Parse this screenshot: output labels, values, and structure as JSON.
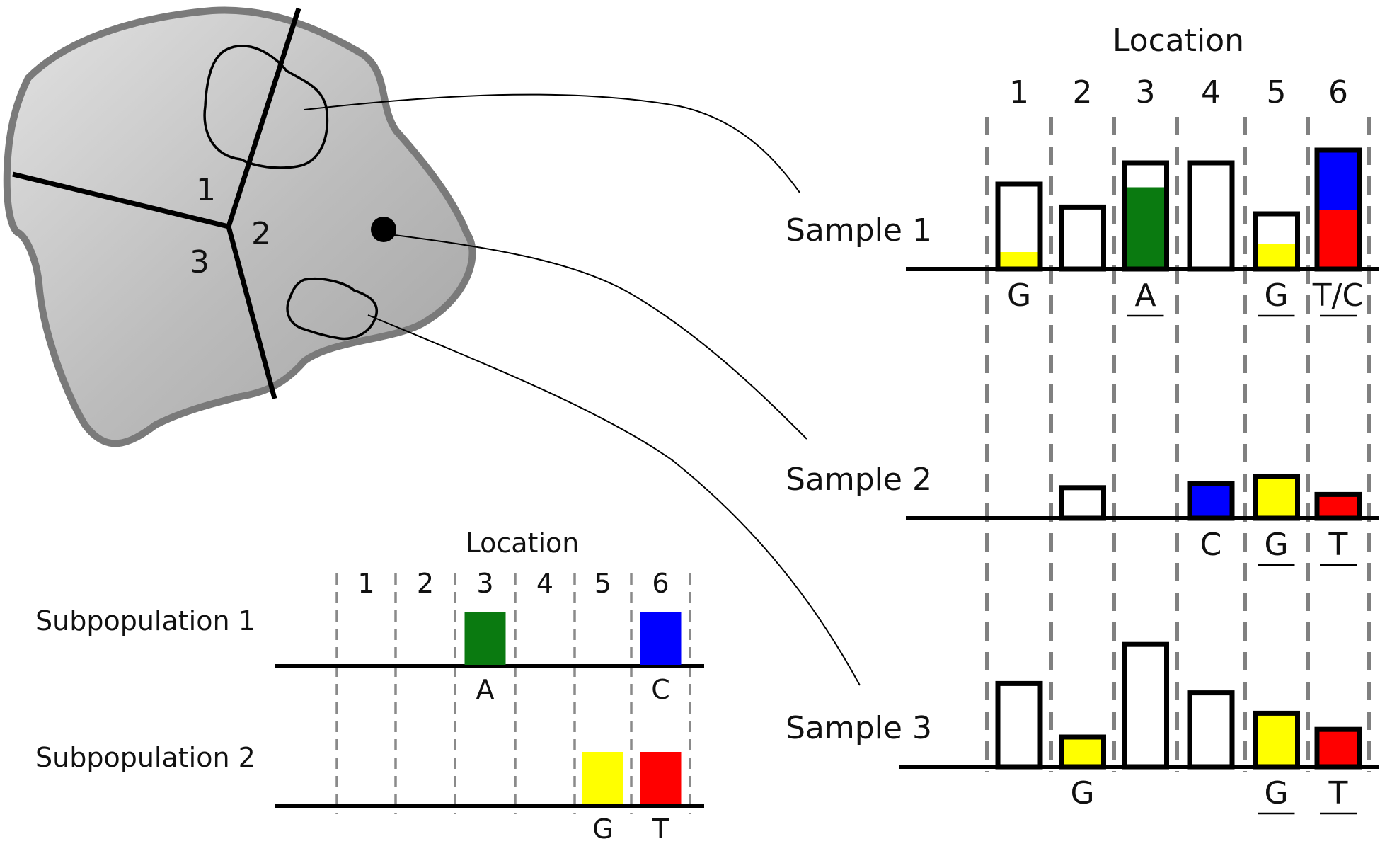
{
  "title": "Location",
  "location_numbers": [
    "1",
    "2",
    "3",
    "4",
    "5",
    "6"
  ],
  "colors": {
    "A": "#0a7a10",
    "C": "#0000ff",
    "G": "#ffff00",
    "T": "#ff0000",
    "tumor_fill": "#bdbdbd",
    "tumor_outline": "#7a7a7a",
    "grid": "#808080"
  },
  "tumor": {
    "region_labels": [
      "1",
      "2",
      "3"
    ]
  },
  "samples": [
    {
      "name": "Sample 1",
      "bars": [
        {
          "location": 1,
          "height": 1.0,
          "base": "G",
          "fraction": 0.2
        },
        {
          "location": 2,
          "height": 0.73,
          "base": null,
          "fraction": 0
        },
        {
          "location": 3,
          "height": 1.25,
          "base": "A",
          "fraction": 0.77
        },
        {
          "location": 4,
          "height": 1.25,
          "base": null,
          "fraction": 0
        },
        {
          "location": 5,
          "height": 0.65,
          "base": "G",
          "fraction": 0.46
        },
        {
          "location": 6,
          "height": 1.4,
          "base": "T",
          "fraction": 0.5,
          "base2": "C",
          "fraction2": 0.5
        }
      ],
      "labels": [
        {
          "location": 1,
          "text": "G",
          "underline": false
        },
        {
          "location": 3,
          "text": "A",
          "underline": true
        },
        {
          "location": 5,
          "text": "G",
          "underline": true
        },
        {
          "location": 6,
          "text": "T/C",
          "underline": true
        }
      ]
    },
    {
      "name": "Sample 2",
      "bars": [
        {
          "location": 2,
          "height": 0.36,
          "base": null,
          "fraction": 0
        },
        {
          "location": 4,
          "height": 0.41,
          "base": "C",
          "fraction": 1.0
        },
        {
          "location": 5,
          "height": 0.49,
          "base": "G",
          "fraction": 1.0
        },
        {
          "location": 6,
          "height": 0.28,
          "base": "T",
          "fraction": 1.0
        }
      ],
      "labels": [
        {
          "location": 4,
          "text": "C",
          "underline": false
        },
        {
          "location": 5,
          "text": "G",
          "underline": true
        },
        {
          "location": 6,
          "text": "T",
          "underline": true
        }
      ]
    },
    {
      "name": "Sample 3",
      "bars": [
        {
          "location": 1,
          "height": 0.98,
          "base": null,
          "fraction": 0
        },
        {
          "location": 2,
          "height": 0.35,
          "base": "G",
          "fraction": 1.0
        },
        {
          "location": 3,
          "height": 1.44,
          "base": null,
          "fraction": 0
        },
        {
          "location": 4,
          "height": 0.87,
          "base": null,
          "fraction": 0
        },
        {
          "location": 5,
          "height": 0.63,
          "base": "G",
          "fraction": 1.0
        },
        {
          "location": 6,
          "height": 0.44,
          "base": "T",
          "fraction": 1.0
        }
      ],
      "labels": [
        {
          "location": 2,
          "text": "G",
          "underline": false
        },
        {
          "location": 5,
          "text": "G",
          "underline": true
        },
        {
          "location": 6,
          "text": "T",
          "underline": true
        }
      ]
    }
  ],
  "subpopulations": [
    {
      "name": "Subpopulation 1",
      "mutations": [
        {
          "location": 3,
          "base": "A"
        },
        {
          "location": 6,
          "base": "C"
        }
      ]
    },
    {
      "name": "Subpopulation 2",
      "mutations": [
        {
          "location": 5,
          "base": "G"
        },
        {
          "location": 6,
          "base": "T"
        }
      ]
    }
  ]
}
